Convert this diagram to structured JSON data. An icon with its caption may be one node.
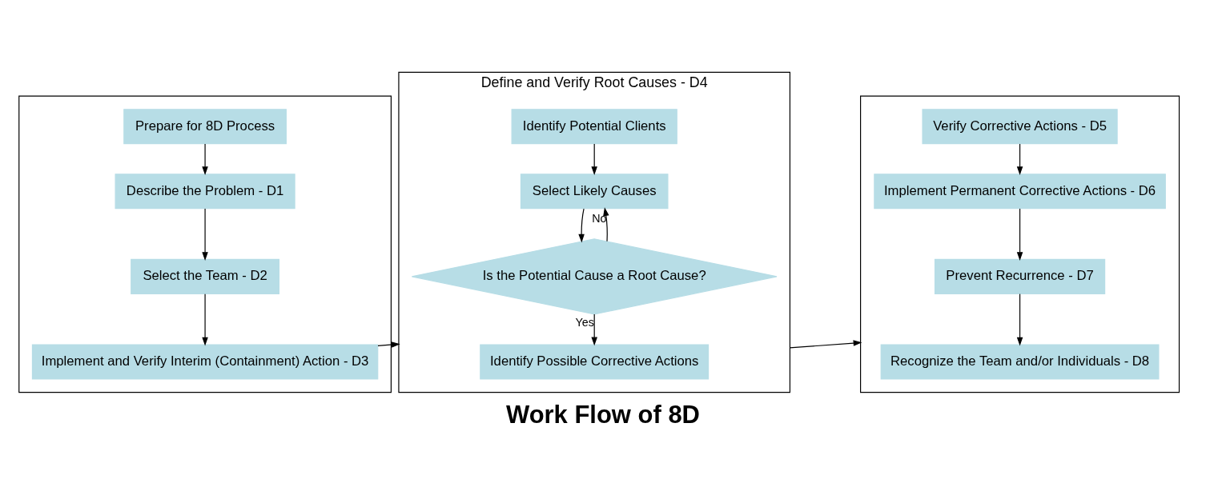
{
  "diagram": {
    "caption": "Work Flow of 8D",
    "nodes": [
      {
        "text": [],
        "shape": "box"
      },
      {
        "text": [
          "Prepare for 8D Process"
        ],
        "in": 0
      },
      {
        "text": [
          "Describe the Problem - D1"
        ],
        "in": 0
      },
      {
        "text": [
          "Select the Team - D2"
        ],
        "in": 0
      },
      {
        "text": [
          "Implement and Verify Interim (Containment) Action - D3"
        ],
        "in": 0
      },
      {
        "text": [
          "Define and Verify Root Causes - D4"
        ]
      },
      {
        "text": [
          "Identify Potential Clients"
        ],
        "in": 5
      },
      {
        "text": [
          "Select Likely Causes"
        ],
        "in": 5
      },
      {
        "text": [
          "Is the Potential Cause a Root Cause?"
        ],
        "in": 5
      },
      {
        "text": [
          "Identify Possible Corrective Actions"
        ],
        "in": 5
      },
      {
        "text": [],
        "shape": "box"
      },
      {
        "text": [
          "Verify Corrective Actions - D5"
        ],
        "in": 10
      },
      {
        "text": [
          "Implement Permanent Corrective Actions - D6"
        ],
        "in": 10
      },
      {
        "text": [
          "Prevent Recurrence - D7"
        ],
        "in": 10
      },
      {
        "text": [
          "Recognize the Team and/or Individuals - D8"
        ],
        "in": 10
      }
    ],
    "edges": [
      {
        "from": 1,
        "to": 2,
        "arrow": "to"
      },
      {
        "from": 2,
        "to": 3,
        "arrow": "to"
      },
      {
        "from": 3,
        "to": 4,
        "arrow": "to"
      },
      {
        "from": 4,
        "to": 5,
        "arrow": "to"
      },
      {
        "from": 6,
        "to": 7,
        "arrow": "to"
      },
      {
        "from": 8,
        "to": 7,
        "arrow": "to",
        "label": "No"
      },
      {
        "from": 7,
        "to": 8,
        "arrow": "to"
      },
      {
        "from": 8,
        "to": 9,
        "arrow": "to",
        "label": "Yes"
      },
      {
        "from": 5,
        "to": 10,
        "arrow": "to"
      },
      {
        "from": 11,
        "to": 12,
        "arrow": "to"
      },
      {
        "from": 12,
        "to": 13,
        "arrow": "to"
      },
      {
        "from": 13,
        "to": 14,
        "arrow": "to"
      }
    ]
  }
}
